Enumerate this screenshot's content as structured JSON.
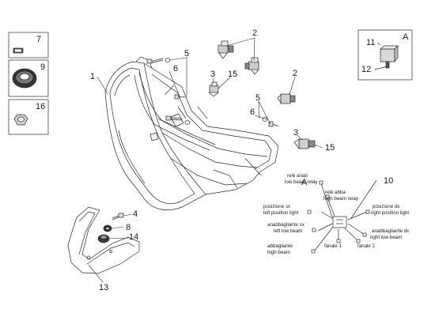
{
  "callouts": {
    "c1": "1",
    "c2a": "2",
    "c2b": "2",
    "c3a": "3",
    "c3b": "3",
    "c4": "4",
    "c5a": "5",
    "c5b": "5",
    "c6a": "6",
    "c6b": "6",
    "c7": "7",
    "c8": "8",
    "c9": "9",
    "c10": "10",
    "c11": "11",
    "c12": "12",
    "c13": "13",
    "c14": "14",
    "c15a": "15",
    "c15b": "15",
    "c16": "16"
  },
  "inset": {
    "letter": "A"
  },
  "wiring": {
    "letter": "A",
    "rele_low": [
      "relè anab",
      "low beam relay"
    ],
    "rele_high": [
      "relè abba",
      "high beam relay"
    ],
    "pos_sx": [
      "posizione sx",
      "left position light"
    ],
    "pos_dx": [
      "posizione dx",
      "right position light"
    ],
    "anab_sx": [
      "anabbagliante sx",
      "left low beam"
    ],
    "anab_dx": [
      "anabbagliante dx",
      "right low beam"
    ],
    "abba": [
      "abbagliante",
      "high beam"
    ],
    "fanale1": "fanale 1",
    "fanale2": "fanale 2"
  }
}
